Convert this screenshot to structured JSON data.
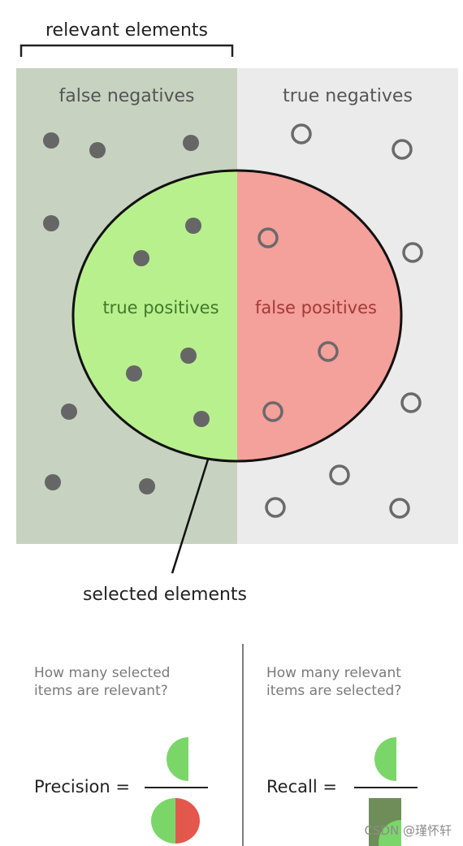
{
  "diagram": {
    "relevant_label": "relevant elements",
    "false_negatives_label": "false negatives",
    "true_negatives_label": "true negatives",
    "true_positives_label": "true positives",
    "false_positives_label": "false positives",
    "selected_label": "selected elements",
    "colors": {
      "relevant_bg": "#c7d3c0",
      "irrelevant_bg": "#ebebeb",
      "true_positive": "#b8f08e",
      "false_positive": "#f4a09b",
      "relevant_dot": "#666666",
      "irrelevant_ring": "#6a6a6a"
    }
  },
  "precision": {
    "question_line1": "How many selected",
    "question_line2": "items are relevant?",
    "label": "Precision ="
  },
  "recall": {
    "question_line1": "How many relevant",
    "question_line2": "items are selected?",
    "label": "Recall ="
  },
  "watermark": "CSDN @瑾怀轩"
}
